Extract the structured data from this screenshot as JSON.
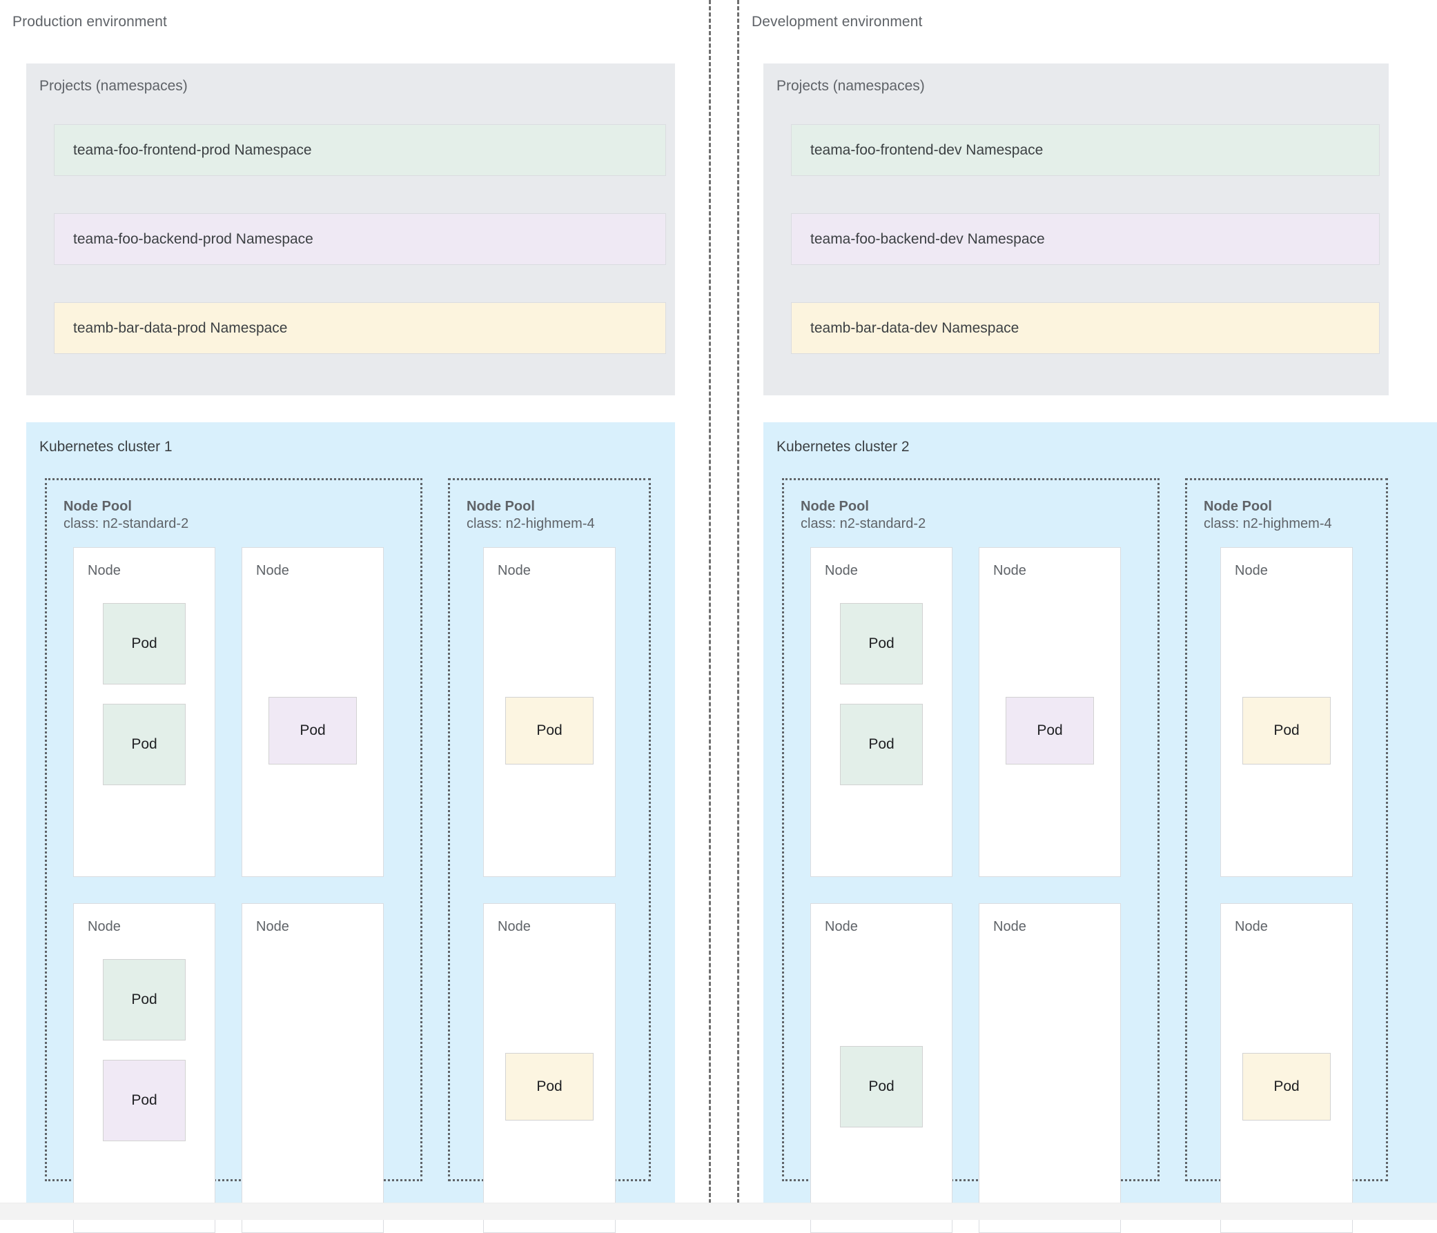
{
  "footer": {
    "label": ""
  },
  "environments": [
    {
      "name": "production",
      "title": "Production environment",
      "projects": {
        "label": "Projects (namespaces)",
        "namespaces": [
          {
            "label": "teama-foo-frontend-prod Namespace",
            "color": "#e4efe9",
            "tone": "green"
          },
          {
            "label": "teama-foo-backend-prod Namespace",
            "color": "#efe9f4",
            "tone": "purple"
          },
          {
            "label": "teamb-bar-data-prod Namespace",
            "color": "#fcf4de",
            "tone": "yellow"
          }
        ]
      },
      "cluster": {
        "title": "Kubernetes cluster 1",
        "color": "#d9f0fc",
        "node_pools": [
          {
            "title": "Node Pool",
            "class_label": "class: n2-standard-2",
            "width": "wide",
            "nodes": [
              {
                "label": "Node",
                "align": "top",
                "pods": [
                  {
                    "label": "Pod",
                    "tone": "green"
                  },
                  {
                    "label": "Pod",
                    "tone": "green"
                  }
                ]
              },
              {
                "label": "Node",
                "align": "center",
                "pods": [
                  {
                    "label": "Pod",
                    "tone": "purple"
                  }
                ]
              },
              {
                "label": "Node",
                "align": "top",
                "pods": [
                  {
                    "label": "Pod",
                    "tone": "green"
                  },
                  {
                    "label": "Pod",
                    "tone": "purple"
                  }
                ]
              },
              {
                "label": "Node",
                "align": "top",
                "pods": []
              }
            ]
          },
          {
            "title": "Node Pool",
            "class_label": "class: n2-highmem-4",
            "width": "narrow",
            "nodes": [
              {
                "label": "Node",
                "align": "center",
                "pods": [
                  {
                    "label": "Pod",
                    "tone": "yellow"
                  }
                ]
              },
              {
                "label": "Node",
                "align": "center",
                "pods": [
                  {
                    "label": "Pod",
                    "tone": "yellow"
                  }
                ]
              }
            ]
          }
        ]
      }
    },
    {
      "name": "development",
      "title": "Development environment",
      "projects": {
        "label": "Projects (namespaces)",
        "namespaces": [
          {
            "label": "teama-foo-frontend-dev Namespace",
            "color": "#e4efe9",
            "tone": "green"
          },
          {
            "label": "teama-foo-backend-dev Namespace",
            "color": "#efe9f4",
            "tone": "purple"
          },
          {
            "label": "teamb-bar-data-dev Namespace",
            "color": "#fcf4de",
            "tone": "yellow"
          }
        ]
      },
      "cluster": {
        "title": "Kubernetes cluster 2",
        "color": "#d9f0fc",
        "node_pools": [
          {
            "title": "Node Pool",
            "class_label": "class: n2-standard-2",
            "width": "wide",
            "nodes": [
              {
                "label": "Node",
                "align": "top",
                "pods": [
                  {
                    "label": "Pod",
                    "tone": "green"
                  },
                  {
                    "label": "Pod",
                    "tone": "green"
                  }
                ]
              },
              {
                "label": "Node",
                "align": "center",
                "pods": [
                  {
                    "label": "Pod",
                    "tone": "purple"
                  }
                ]
              },
              {
                "label": "Node",
                "align": "center",
                "pods": [
                  {
                    "label": "Pod",
                    "tone": "green"
                  }
                ]
              },
              {
                "label": "Node",
                "align": "top",
                "pods": []
              }
            ]
          },
          {
            "title": "Node Pool",
            "class_label": "class: n2-highmem-4",
            "width": "narrow",
            "nodes": [
              {
                "label": "Node",
                "align": "center",
                "pods": [
                  {
                    "label": "Pod",
                    "tone": "yellow"
                  }
                ]
              },
              {
                "label": "Node",
                "align": "center",
                "pods": [
                  {
                    "label": "Pod",
                    "tone": "yellow"
                  }
                ]
              }
            ]
          }
        ]
      }
    }
  ]
}
